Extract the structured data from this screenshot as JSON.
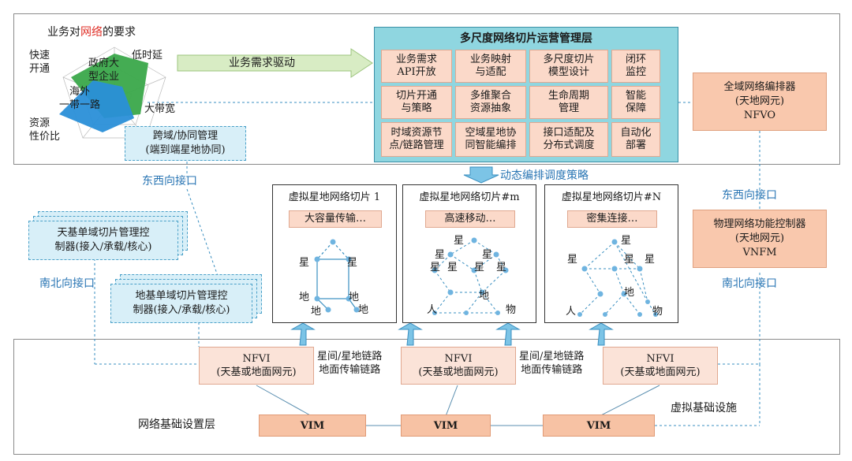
{
  "radar": {
    "title": "业务对网络的要求",
    "title_highlight": "网络",
    "axis_fast": "快速\n开通",
    "axis_latency": "低时延",
    "axis_bandwidth": "大带宽",
    "axis_cost": "资源\n性价比",
    "green_label": "政府大\n型企业",
    "blue_label": "海外\n一带一路"
  },
  "drive_label": "业务需求驱动",
  "cross_domain": "跨域/协同管理\n(端到端星地协同)",
  "mgmt": {
    "title": "多尺度网络切片运营管理层",
    "cells": [
      "业务需求\nAPI开放",
      "业务映射\n与适配",
      "多尺度切片\n模型设计",
      "闭环\n监控",
      "切片开通\n与策略",
      "多维聚合\n资源抽象",
      "生命周期\n管理",
      "智能\n保障",
      "时域资源节\n点/链路管理",
      "空域星地协\n同智能编排",
      "接口适配及\n分布式调度",
      "自动化\n部署"
    ]
  },
  "nfvo": "全域网络编排器\n(天地网元)\nNFVO",
  "vnfm": "物理网络功能控制器\n(天地网元)\nVNFM",
  "east_west_left": "东西向接口",
  "east_west_right": "东西向接口",
  "south_north_left": "南北向接口",
  "south_north_right": "南北向接口",
  "dynamic_label": "动态编排调度策略",
  "space_ctrl": "天基单域切片管理控\n制器(接入/承载/核心)",
  "ground_ctrl": "地基单域切片管理控\n制器(接入/承载/核心)",
  "slices": [
    {
      "title": "虚拟星地网络切片 1",
      "label": "大容量传输…"
    },
    {
      "title": "虚拟星地网络切片#m",
      "label": "高速移动…"
    },
    {
      "title": "虚拟星地网络切片#N",
      "label": "密集连接…"
    }
  ],
  "node_labels": {
    "sat": "星",
    "ground": "地",
    "person": "人",
    "thing": "物"
  },
  "nfvi": "NFVI\n(天基或地面网元)",
  "link_label": "星间/星地链路\n地面传输链路",
  "vim": "VIM",
  "infra_layer": "网络基础设置层",
  "virtual_infra": "虚拟基础设施"
}
